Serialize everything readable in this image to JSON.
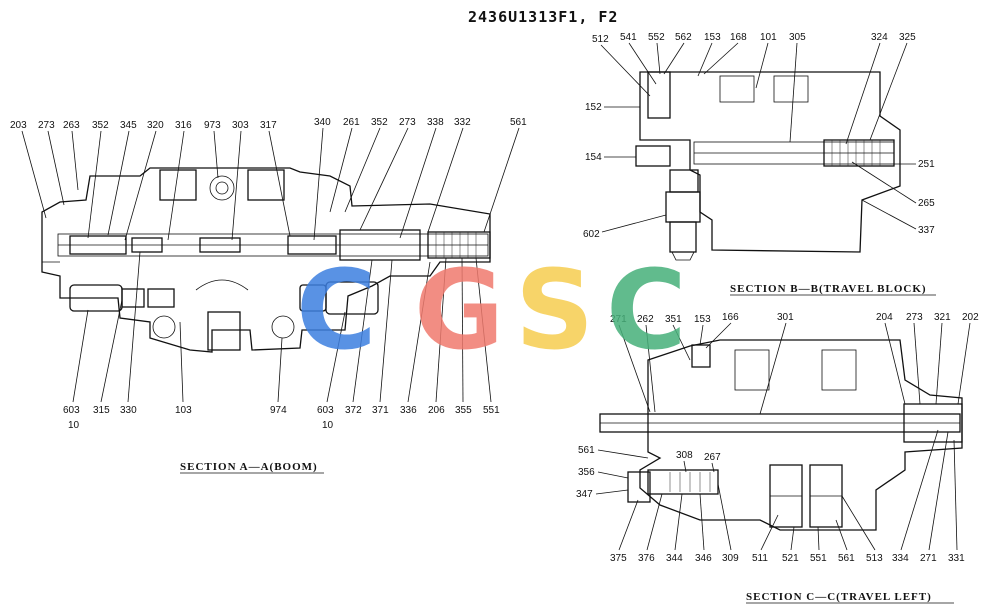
{
  "header": {
    "title": "2436U1313F1, F2"
  },
  "sections": {
    "a": "SECTION A—A(BOOM)",
    "b": "SECTION B—B(TRAVEL BLOCK)",
    "c": "SECTION C—C(TRAVEL LEFT)"
  },
  "watermark": {
    "letters": [
      "C",
      "G",
      "S",
      "C"
    ],
    "colors": [
      "#3d7fe0",
      "#f07a6e",
      "#f6cd4f",
      "#46b07a"
    ]
  },
  "labels": {
    "a_top": [
      "203",
      "273",
      "263",
      "352",
      "345",
      "320",
      "316",
      "973",
      "303",
      "317",
      "340",
      "261",
      "352",
      "273",
      "338",
      "332",
      "561"
    ],
    "a_bottom": [
      "603",
      "10",
      "315",
      "330",
      "103",
      "974",
      "603",
      "10",
      "372",
      "371",
      "336",
      "206",
      "355",
      "551"
    ],
    "b_top": [
      "512",
      "541",
      "552",
      "562",
      "153",
      "168",
      "101",
      "305",
      "324",
      "325"
    ],
    "b_side": [
      "152",
      "154",
      "602",
      "251",
      "265",
      "337"
    ],
    "c_top": [
      "271",
      "262",
      "351",
      "153",
      "166",
      "301",
      "204",
      "273",
      "321",
      "202"
    ],
    "c_left": [
      "561",
      "356",
      "347"
    ],
    "c_mid": [
      "308",
      "267"
    ],
    "c_bottom": [
      "375",
      "376",
      "344",
      "346",
      "309",
      "511",
      "521",
      "551",
      "561",
      "513",
      "334",
      "271",
      "331"
    ]
  }
}
